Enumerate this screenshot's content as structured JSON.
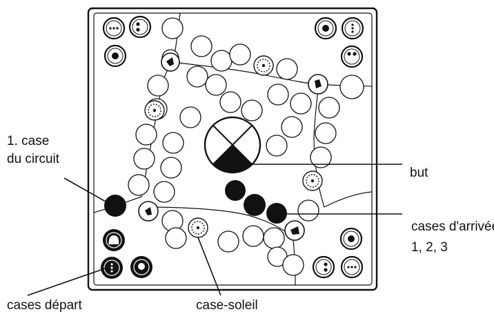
{
  "labels": {
    "first_case_line1": "1. case",
    "first_case_line2": "du circuit",
    "goal": "but",
    "arrival_line1": "cases d'arrivée",
    "arrival_line2": "1, 2, 3",
    "start_cases": "cases départ",
    "sun_case": "case-soleil"
  },
  "colors": {
    "ink": "#111111",
    "paper": "#ffffff"
  },
  "icons": {
    "start_pawn": "pawn-icon",
    "arrow_case": "arrow-icon",
    "sun_case": "sun-icon",
    "goal": "goal-circle-icon"
  }
}
